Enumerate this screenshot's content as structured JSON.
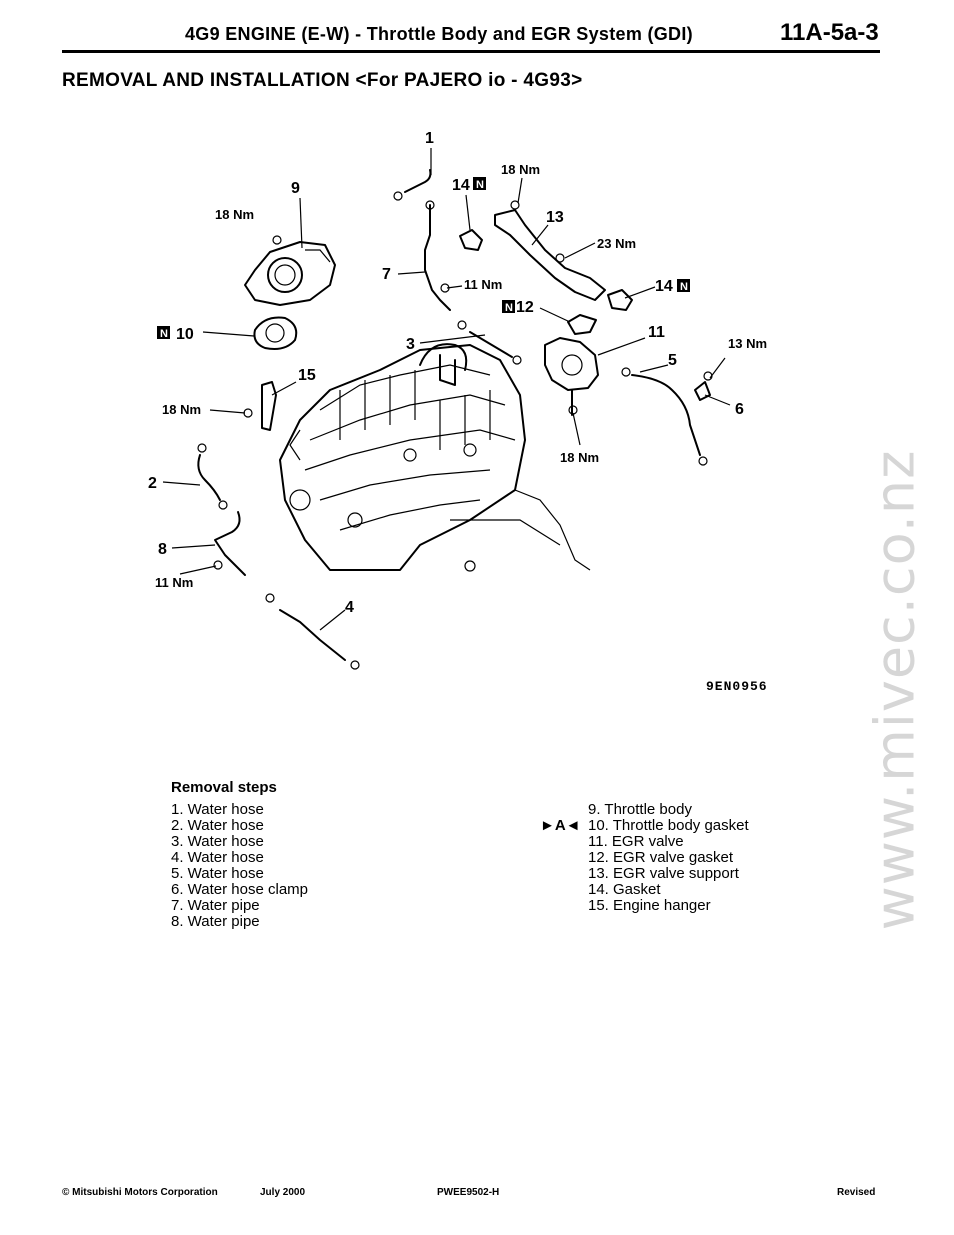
{
  "header": {
    "title": "4G9 ENGINE (E-W)  -  Throttle Body and EGR System (GDI)",
    "page": "11A-5a-3"
  },
  "section_title": "REMOVAL AND INSTALLATION <For PAJERO io  -  4G93>",
  "diagram": {
    "code": "9EN0956",
    "callouts": [
      "1",
      "2",
      "3",
      "4",
      "5",
      "6",
      "7",
      "8",
      "9",
      "10",
      "11",
      "12",
      "13",
      "14",
      "14",
      "15"
    ],
    "torques": [
      "18 Nm",
      "18 Nm",
      "23 Nm",
      "11 Nm",
      "13 Nm",
      "18 Nm",
      "18 Nm",
      "11 Nm"
    ],
    "n_mark": "N"
  },
  "removal": {
    "title": "Removal steps",
    "left": [
      {
        "text": "1. Water  hose"
      },
      {
        "text": "2. Water  hose"
      },
      {
        "text": "3. Water  hose"
      },
      {
        "text": "4. Water  hose"
      },
      {
        "text": "5. Water  hose"
      },
      {
        "text": "6. Water  hose  clamp"
      },
      {
        "text": "7. Water  pipe"
      },
      {
        "text": "8. Water  pipe"
      }
    ],
    "right": [
      {
        "mark": "",
        "text": "9. Throttle  body"
      },
      {
        "mark": "►A◄",
        "text": "10. Throttle  body  gasket"
      },
      {
        "mark": "",
        "text": "11. EGR  valve"
      },
      {
        "mark": "",
        "text": "12. EGR  valve  gasket"
      },
      {
        "mark": "",
        "text": "13. EGR  valve  support"
      },
      {
        "mark": "",
        "text": "14. Gasket"
      },
      {
        "mark": "",
        "text": "15. Engine  hanger"
      }
    ]
  },
  "watermark": "www.mivec.co.nz",
  "footer": {
    "copyright_symbol": "©",
    "company": "Mitsubishi Motors Corporation",
    "date": "July 2000",
    "code": "PWEE9502-H",
    "status": "Revised"
  }
}
